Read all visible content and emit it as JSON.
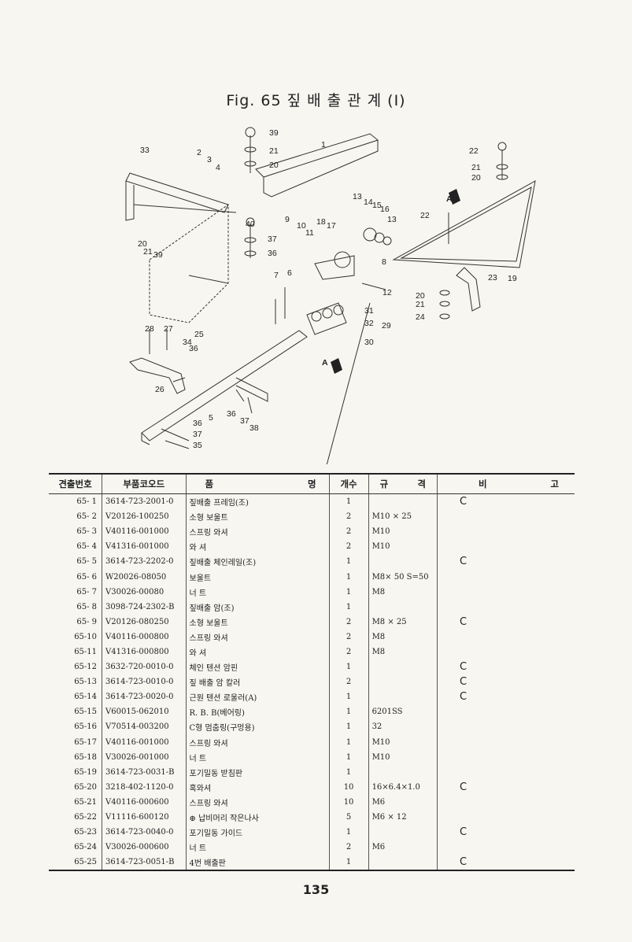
{
  "title": "Fig. 65 짚 배 출 관 계 (I)",
  "table": {
    "headers": {
      "no": "견출번호",
      "code": "부품코오드",
      "name": "품",
      "name2": "명",
      "qty": "개수",
      "spec": "규",
      "spec2": "격",
      "remarks": "비",
      "remarks2": "고"
    },
    "rows": [
      {
        "no": "65- 1",
        "code": "3614-723-2001-0",
        "name": "짚배출 프레임(조)",
        "qty": "1",
        "spec": "",
        "rem": "C"
      },
      {
        "no": "65- 2",
        "code": "V20126-100250",
        "name": "소형 보울트",
        "qty": "2",
        "spec": "M10 × 25",
        "rem": ""
      },
      {
        "no": "65- 3",
        "code": "V40116-001000",
        "name": "스프링 와셔",
        "qty": "2",
        "spec": "M10",
        "rem": ""
      },
      {
        "no": "65- 4",
        "code": "V41316-001000",
        "name": "와 셔",
        "qty": "2",
        "spec": "M10",
        "rem": ""
      },
      {
        "no": "65- 5",
        "code": "3614-723-2202-0",
        "name": "짚배출 체인레일(조)",
        "qty": "1",
        "spec": "",
        "rem": "C"
      },
      {
        "no": "65- 6",
        "code": "W20026-08050",
        "name": "보울트",
        "qty": "1",
        "spec": "M8× 50 S=50",
        "rem": ""
      },
      {
        "no": "65- 7",
        "code": "V30026-00080",
        "name": "너 트",
        "qty": "1",
        "spec": "M8",
        "rem": ""
      },
      {
        "no": "65- 8",
        "code": "3098-724-2302-B",
        "name": "짚배출 암(조)",
        "qty": "1",
        "spec": "",
        "rem": ""
      },
      {
        "no": "65- 9",
        "code": "V20126-080250",
        "name": "소형 보울트",
        "qty": "2",
        "spec": "M8 × 25",
        "rem": "C"
      },
      {
        "no": "65-10",
        "code": "V40116-000800",
        "name": "스프링 와셔",
        "qty": "2",
        "spec": "M8",
        "rem": ""
      },
      {
        "no": "65-11",
        "code": "V41316-000800",
        "name": "와 셔",
        "qty": "2",
        "spec": "M8",
        "rem": ""
      },
      {
        "no": "65-12",
        "code": "3632-720-0010-0",
        "name": "체인 텐션 암핀",
        "qty": "1",
        "spec": "",
        "rem": "C"
      },
      {
        "no": "65-13",
        "code": "3614-723-0010-0",
        "name": "짚 배출 암 칼러",
        "qty": "2",
        "spec": "",
        "rem": "C"
      },
      {
        "no": "65-14",
        "code": "3614-723-0020-0",
        "name": "근원 텐션 로울러(A)",
        "qty": "1",
        "spec": "",
        "rem": "C"
      },
      {
        "no": "65-15",
        "code": "V60015-062010",
        "name": "R. B. B(베어링)",
        "qty": "1",
        "spec": "6201SS",
        "rem": ""
      },
      {
        "no": "65-16",
        "code": "V70514-003200",
        "name": "C형 멈춤링(구멍용)",
        "qty": "1",
        "spec": "32",
        "rem": ""
      },
      {
        "no": "65-17",
        "code": "V40116-001000",
        "name": "스프링 와셔",
        "qty": "1",
        "spec": "M10",
        "rem": ""
      },
      {
        "no": "65-18",
        "code": "V30026-001000",
        "name": "너 트",
        "qty": "1",
        "spec": "M10",
        "rem": ""
      },
      {
        "no": "65-19",
        "code": "3614-723-0031-B",
        "name": "포기밀동 받침판",
        "qty": "1",
        "spec": "",
        "rem": ""
      },
      {
        "no": "65-20",
        "code": "3218-402-1120-0",
        "name": "혹와셔",
        "qty": "10",
        "spec": "16×6.4×1.0",
        "rem": "C"
      },
      {
        "no": "65-21",
        "code": "V40116-000600",
        "name": "스프링 와셔",
        "qty": "10",
        "spec": "M6",
        "rem": ""
      },
      {
        "no": "65-22",
        "code": "V11116-600120",
        "name": "⊕ 납비머리 작은나사",
        "qty": "5",
        "spec": "M6 × 12",
        "rem": ""
      },
      {
        "no": "65-23",
        "code": "3614-723-0040-0",
        "name": "포기밀동 가이드",
        "qty": "1",
        "spec": "",
        "rem": "C"
      },
      {
        "no": "65-24",
        "code": "V30026-000600",
        "name": "너 트",
        "qty": "2",
        "spec": "M6",
        "rem": ""
      },
      {
        "no": "65-25",
        "code": "3614-723-0051-B",
        "name": "4번 배출판",
        "qty": "1",
        "spec": "",
        "rem": "C"
      }
    ]
  },
  "diagram": {
    "callouts": [
      "1",
      "2",
      "3",
      "4",
      "5",
      "6",
      "7",
      "8",
      "9",
      "10",
      "11",
      "12",
      "13",
      "13",
      "14",
      "15",
      "16",
      "17",
      "18",
      "19",
      "20",
      "20",
      "20",
      "21",
      "21",
      "21",
      "22",
      "22",
      "23",
      "24",
      "25",
      "26",
      "27",
      "28",
      "29",
      "30",
      "31",
      "32",
      "33",
      "34",
      "35",
      "36",
      "36",
      "36",
      "36",
      "37",
      "37",
      "37",
      "38",
      "39",
      "39",
      "40",
      "A",
      "A"
    ]
  },
  "page_number": "135"
}
